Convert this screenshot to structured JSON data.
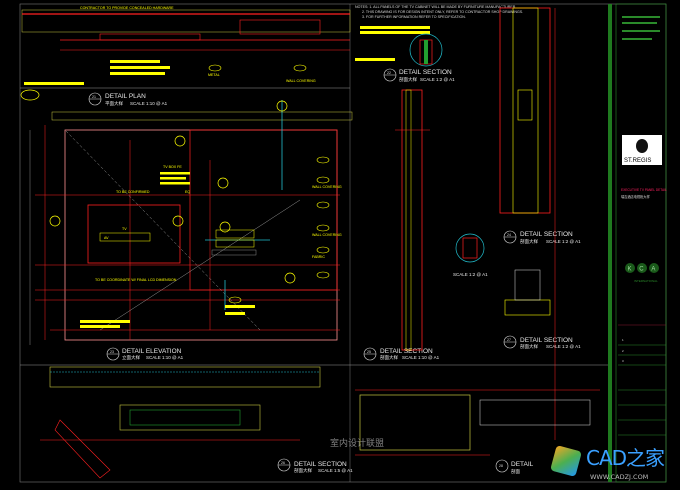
{
  "drawing": {
    "notes": [
      "NOTES: 1. ALL PANELS OF THE TV CABINET WILL BE MADE BY FURNITURE MANUFACTURER.",
      "2. THIS DRAWING IS FOR DESIGN INTENT ONLY, REFER TO CONTRACTOR SHOP DRAWINGS.",
      "3. FOR FURTHER INFORMATION REFER TO SPECIFICATION."
    ],
    "top_label": "CONTRACTOR TO PROVIDE CONCEALED HARDWARE",
    "details": [
      {
        "num": "21",
        "title": "DETAIL PLAN",
        "sub": "平面大样",
        "scale": "SCALE 1:10 @ A1"
      },
      {
        "num": "22",
        "title": "DETAIL SECTION",
        "sub": "剖面大样",
        "scale": "SCALE 1:2 @ A1"
      },
      {
        "num": "23",
        "title": "DETAIL ELEVATION",
        "sub": "立面大样",
        "scale": "SCALE 1:10 @ A1"
      },
      {
        "num": "24",
        "title": "DETAIL SECTION",
        "sub": "剖面大样",
        "scale": "SCALE 1:2 @ A1"
      },
      {
        "num": "25",
        "title": "DETAIL SECTION",
        "sub": "剖面大样",
        "scale": "SCALE 1:10 @ A1"
      },
      {
        "num": "26",
        "title": "DETAIL SECTION",
        "sub": "剖面大样",
        "scale": "SCALE 1:5 @ A1"
      },
      {
        "num": "27",
        "title": "DETAIL SECTION",
        "sub": "剖面大样",
        "scale": "SCALE 1:2 @ A1"
      },
      {
        "num": "28",
        "title": "DETAIL",
        "sub": "剖面",
        "scale": ""
      }
    ],
    "scale_callout": "SCALE 1:2 @ A1",
    "tags": {
      "wall_covering": "WALL COVERING",
      "metal": "METAL",
      "fabric": "FABRIC",
      "tv": "TV",
      "tv_box": "TV BOX FE",
      "tbc": "TO BE CONFIRMED",
      "coordinate": "TO BE COORDINATE W/ FINAL LCD DIMENSION",
      "eq": "EQ",
      "av": "AV"
    }
  },
  "title_block": {
    "logo_text": "ST.REGIS",
    "project_line": "EXECUTIVE TV PANEL DETAIL",
    "project_cn": "瑞吉酒店电视柜大样",
    "consultant": "KCA",
    "consultant_sub": "INTERNATIONAL",
    "rows": [
      "1",
      "2",
      "3"
    ]
  },
  "watermarks": {
    "forum": "室内设计联盟",
    "site_name": "CAD之家",
    "site_url": "WWW.CADZJ.COM"
  },
  "colors": {
    "red": "#ff2020",
    "yellow": "#ffff00",
    "cyan": "#22c0d0",
    "green": "#2a8a2a",
    "pink": "#ff2060"
  }
}
